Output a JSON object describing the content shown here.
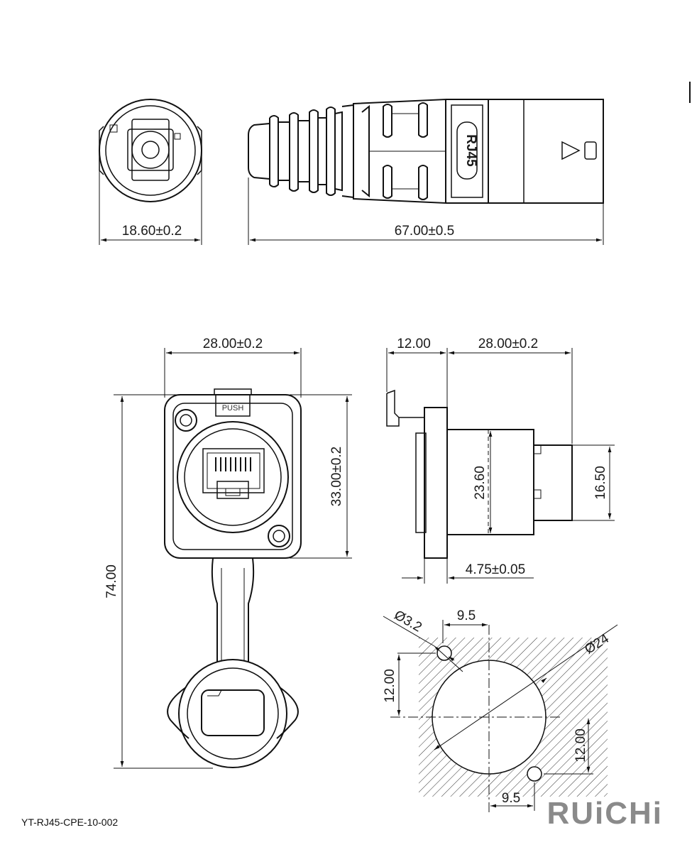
{
  "drawing": {
    "part_number": "YT-RJ45-CPE-10-002",
    "brand_logo": "RUiCHi"
  },
  "plug_view": {
    "front_width": "18.60±0.2",
    "length": "67.00±0.5",
    "body_marking": "RJ45"
  },
  "receptacle_front": {
    "width": "28.00±0.2",
    "height": "33.00±0.2",
    "overall_height": "74.00",
    "latch_label": "PUSH"
  },
  "receptacle_side": {
    "flange_offset": "12.00",
    "depth": "28.00±0.2",
    "body_height": "23.60",
    "rear_height": "16.50",
    "flange_thickness": "4.75±0.05"
  },
  "panel_cutout": {
    "hole_diameter": "Ø3.2",
    "cutout_diameter": "Ø24",
    "hole_offset_x_top": "9.5",
    "hole_offset_x_bottom": "9.5",
    "hole_offset_y_left": "12.00",
    "hole_offset_y_right": "12.00"
  }
}
